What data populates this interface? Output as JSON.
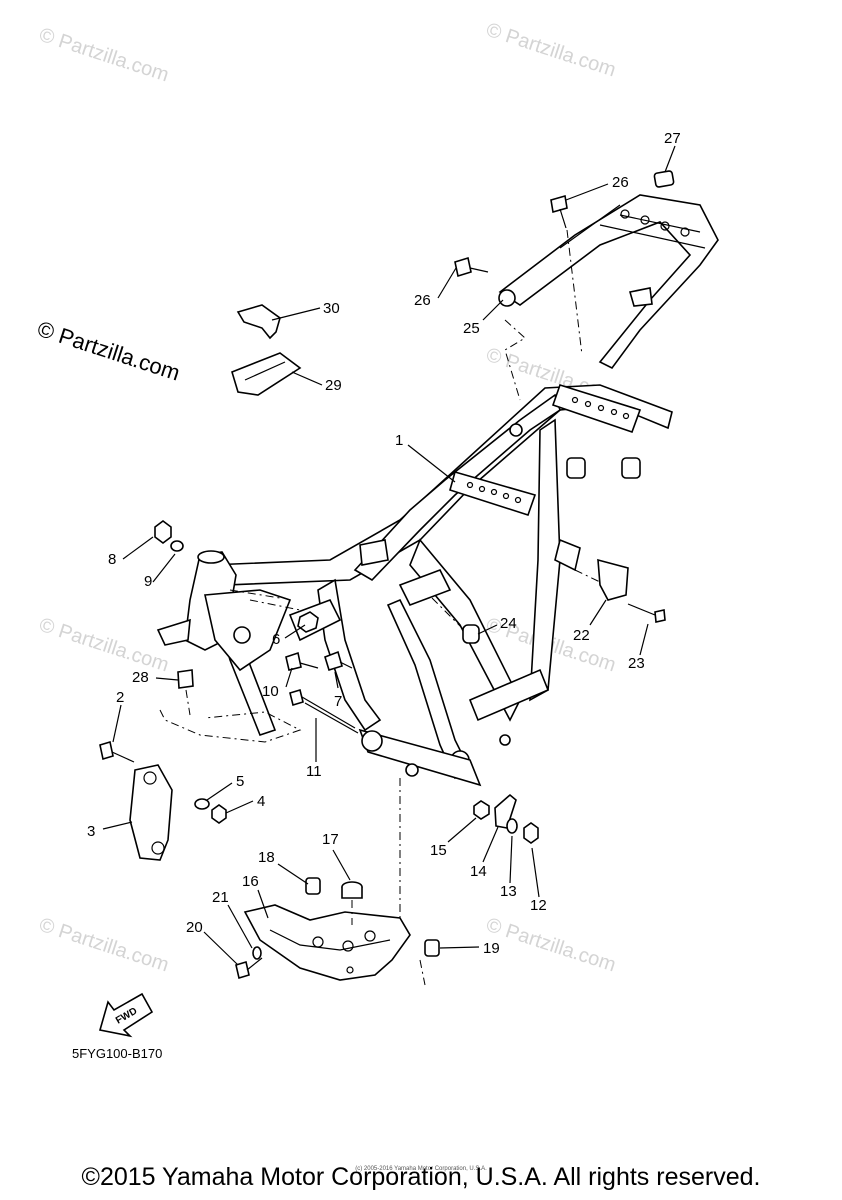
{
  "watermark": {
    "text": "© Partzilla.com"
  },
  "diagram_code": "5FYG100-B170",
  "fwd_label": "FWD",
  "callouts": {
    "c1": "1",
    "c2": "2",
    "c3": "3",
    "c4": "4",
    "c5": "5",
    "c6": "6",
    "c7": "7",
    "c8": "8",
    "c9": "9",
    "c10": "10",
    "c11": "11",
    "c12": "12",
    "c13": "13",
    "c14": "14",
    "c15": "15",
    "c16": "16",
    "c17": "17",
    "c18": "18",
    "c19": "19",
    "c20": "20",
    "c21": "21",
    "c22": "22",
    "c23": "23",
    "c24": "24",
    "c25": "25",
    "c26a": "26",
    "c26b": "26",
    "c27": "27",
    "c28": "28",
    "c29": "29",
    "c30": "30"
  },
  "footer": {
    "copyright": "©2015 Yamaha Motor Corporation, U.S.A. All rights reserved.",
    "fine_print": "(c) 2005-2016 Yamaha Motor Corporation, U.S.A."
  }
}
